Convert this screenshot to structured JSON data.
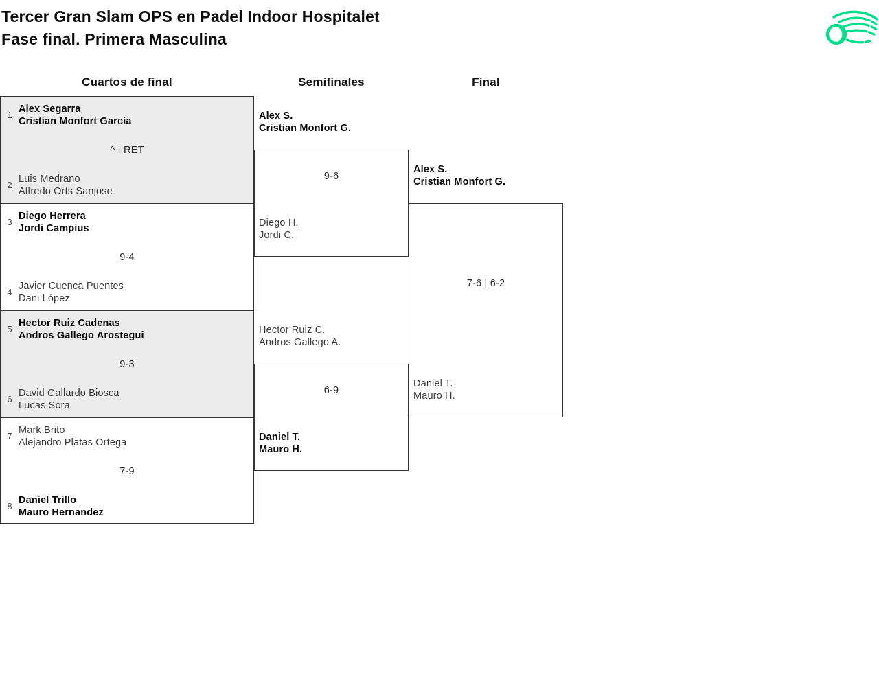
{
  "header": {
    "title_line1": "Tercer Gran Slam OPS en Padel Indoor Hospitalet",
    "title_line2": "Fase final. Primera Masculina"
  },
  "brand": {
    "green": "#00e08a",
    "logo_name": "flying-padel-ball-logo"
  },
  "columns": [
    {
      "label": "Cuartos de final"
    },
    {
      "label": "Semifinales"
    },
    {
      "label": "Final"
    }
  ],
  "rounds": {
    "quarterfinals": [
      {
        "seed_top": "1",
        "team_top": [
          "Alex Segarra",
          "Cristian Monfort García"
        ],
        "score": "^ : RET",
        "seed_bottom": "2",
        "team_bottom": [
          "Luis Medrano",
          "Alfredo Orts Sanjose"
        ],
        "winner": "top"
      },
      {
        "seed_top": "3",
        "team_top": [
          "Diego Herrera",
          "Jordi Campius"
        ],
        "score": "9-4",
        "seed_bottom": "4",
        "team_bottom": [
          "Javier Cuenca Puentes",
          "Dani López"
        ],
        "winner": "top"
      },
      {
        "seed_top": "5",
        "team_top": [
          "Hector Ruiz Cadenas",
          "Andros Gallego Arostegui"
        ],
        "score": "9-3",
        "seed_bottom": "6",
        "team_bottom": [
          "David Gallardo Biosca",
          "Lucas Sora"
        ],
        "winner": "top"
      },
      {
        "seed_top": "7",
        "team_top": [
          "Mark Brito",
          "Alejandro Platas Ortega"
        ],
        "score": "7-9",
        "seed_bottom": "8",
        "team_bottom": [
          "Daniel Trillo",
          "Mauro Hernandez"
        ],
        "winner": "bottom"
      }
    ],
    "semifinals": [
      {
        "team_top": [
          "Alex S.",
          "Cristian Monfort G."
        ],
        "score": "9-6",
        "team_bottom": [
          "Diego H.",
          "Jordi C."
        ],
        "winner": "top"
      },
      {
        "team_top": [
          "Hector Ruiz C.",
          "Andros Gallego A."
        ],
        "score": "6-9",
        "team_bottom": [
          "Daniel T.",
          "Mauro H."
        ],
        "winner": "bottom"
      }
    ],
    "final": [
      {
        "team_top": [
          "Alex S.",
          "Cristian Monfort G."
        ],
        "score": "7-6 | 6-2",
        "team_bottom": [
          "Daniel T.",
          "Mauro H."
        ],
        "winner": "top"
      }
    ]
  }
}
